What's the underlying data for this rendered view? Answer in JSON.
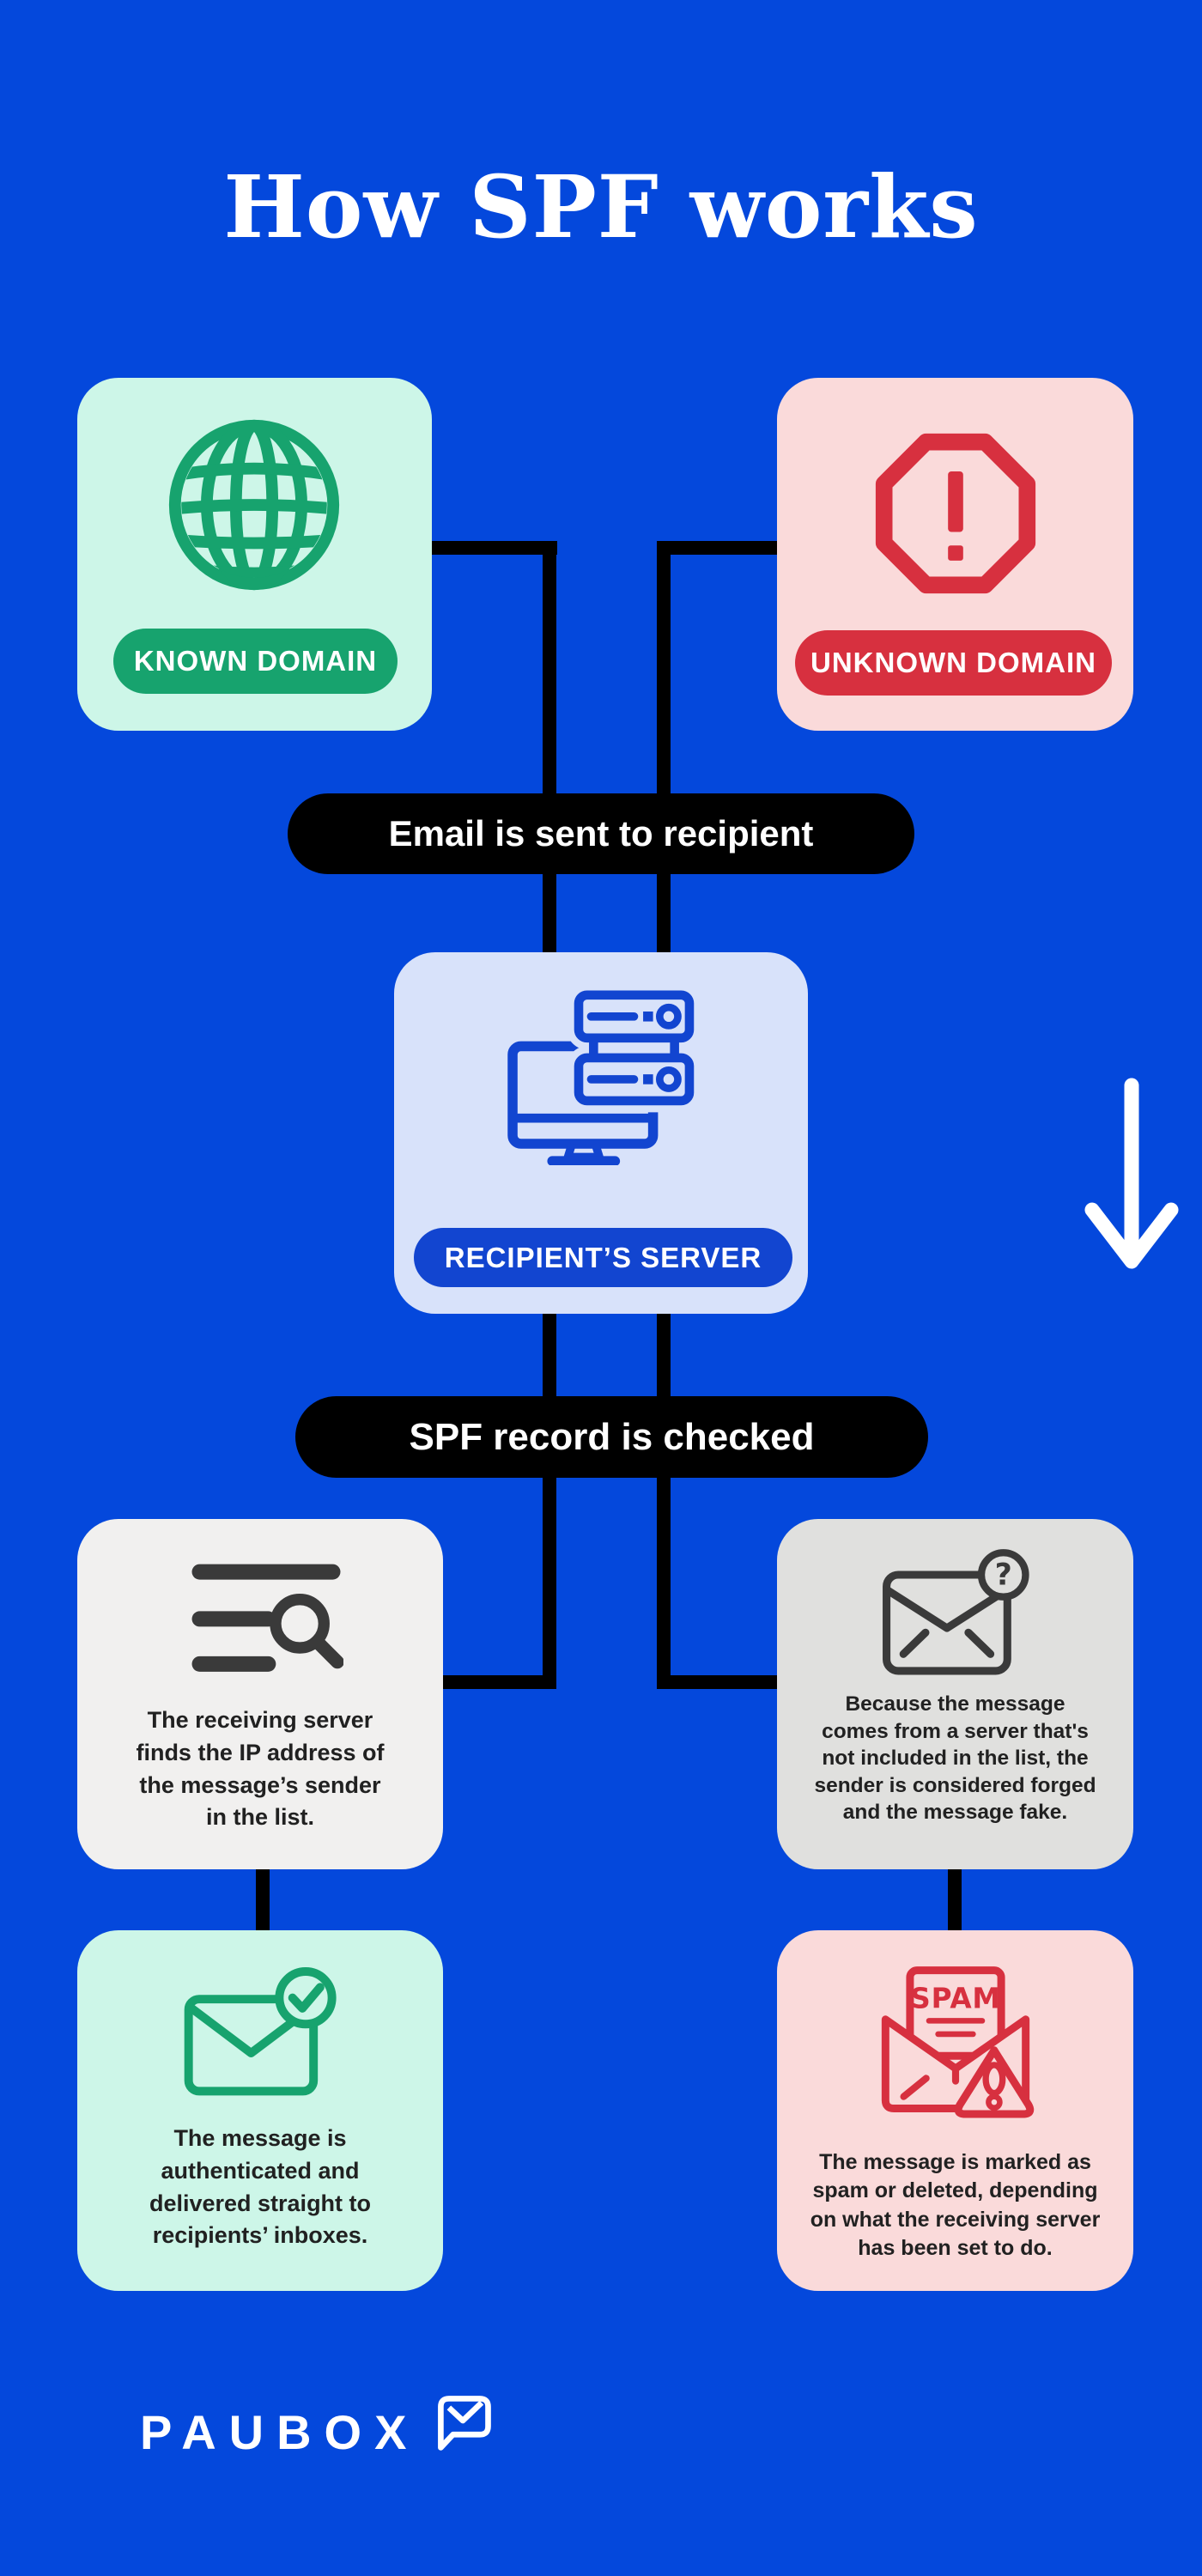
{
  "colors": {
    "bg": "#0448DC",
    "black": "#000000",
    "white": "#FFFFFF",
    "mint": "#CDF6E8",
    "green": "#17A36E",
    "pink": "#FADADA",
    "red": "#D7303F",
    "lavender": "#D8E2FA",
    "blue": "#1245D0",
    "gray-light": "#F1F0EF",
    "gray": "#E0E0DE",
    "ink": "#212121",
    "icon-dark": "#3A3A3A"
  },
  "title": "How SPF works",
  "flow": {
    "known_domain": {
      "label": "KNOWN DOMAIN",
      "icon": "globe-icon"
    },
    "unknown_domain": {
      "label": "UNKNOWN DOMAIN",
      "icon": "alert-octagon-icon"
    },
    "email_sent_label": "Email is sent to recipient",
    "recipients_server": {
      "label": "RECIPIENT’S SERVER",
      "icon": "server-monitor-icon"
    },
    "spf_check_label": "SPF record is checked",
    "lookup_card": {
      "icon": "list-search-icon",
      "text": "The receiving server\nfinds the IP address of\nthe message’s sender\nin the list."
    },
    "forged_card": {
      "icon": "envelope-question-icon",
      "icon_glyph": "?",
      "text": "Because the message\ncomes from a server that's\nnot included in the list, the\nsender is considered forged\nand the message fake."
    },
    "delivered_card": {
      "icon": "envelope-check-icon",
      "text": "The message is\nauthenticated and\ndelivered straight to\nrecipients’ inboxes."
    },
    "spam_card": {
      "icon": "spam-warning-envelope-icon",
      "icon_label": "SPAM",
      "text": "The message is marked as\nspam or deleted, depending\non what the receiving server\nhas been set to do."
    }
  },
  "footer": {
    "brand": "PAUBOX",
    "logo_icon": "paubox-message-bubble-icon"
  }
}
